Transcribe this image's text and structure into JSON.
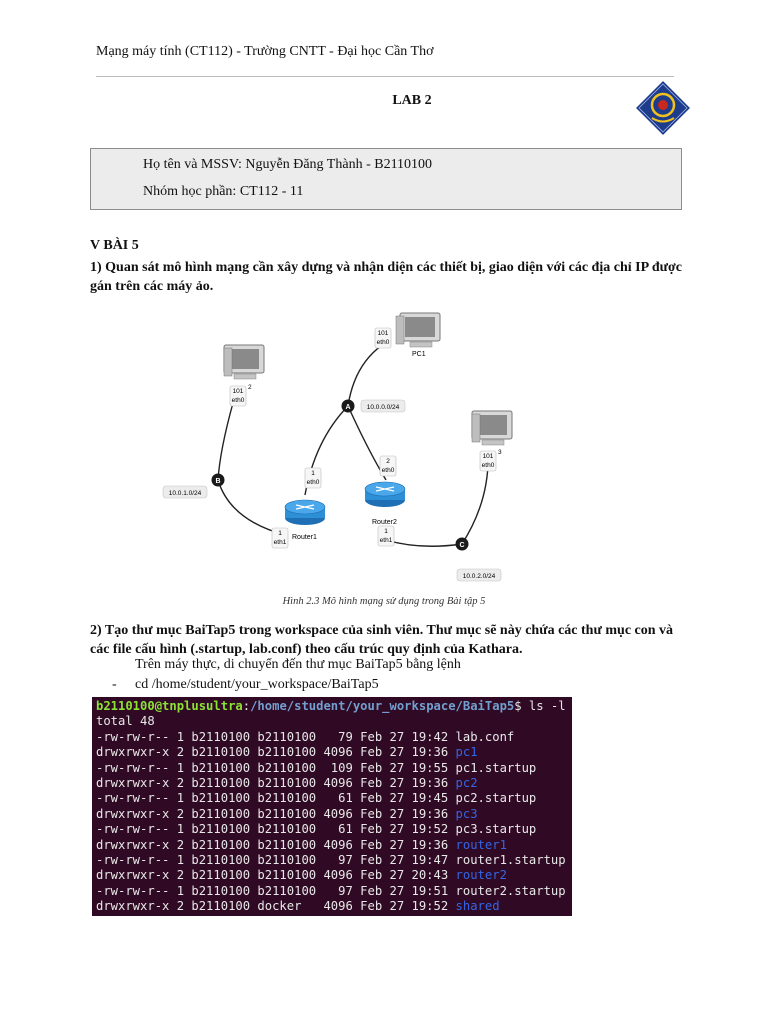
{
  "header": {
    "text": "Mạng máy tính (CT112) - Trường CNTT - Đại học Cần Thơ"
  },
  "lab_title": "LAB 2",
  "logo": {
    "name": "university-logo",
    "colors": [
      "#1e3c8c",
      "#f2c21c",
      "#c8281e"
    ]
  },
  "info": {
    "line1": "Họ tên và MSSV: Nguyễn Đăng Thành - B2110100",
    "line2": "Nhóm học phần: CT112 - 11"
  },
  "section_title": "V BÀI 5",
  "q1": {
    "line1": "1) Quan sát mô hình mạng cần xây dựng và nhận diện các thiết bị, giao diện với các địa chỉ IP được",
    "line2": "gán trên các máy ảo."
  },
  "diagram": {
    "pc1_label": "PC1",
    "pc1_port": "101",
    "pc1_iface": "eth0",
    "pc2_port": "101",
    "pc2_iface": "eth0",
    "pc2_suffix": "2",
    "pc3_port": "101",
    "pc3_iface": "eth0",
    "pc3_suffix": "3",
    "router1_label": "Router1",
    "router1_port1": "1",
    "router1_iface1": "eth0",
    "router1_port2": "1",
    "router1_iface2": "eth1",
    "router2_label": "Router2",
    "router2_port1": "2",
    "router2_iface1": "eth0",
    "router2_port2": "1",
    "router2_iface2": "eth1",
    "net_a": "A",
    "net_b": "B",
    "net_c": "C",
    "net_a_addr": "10.0.0.0/24",
    "net_b_addr": "10.0.1.0/24",
    "net_c_addr": "10.0.2.0/24"
  },
  "caption": "Hình 2.3 Mô hình mạng sử dụng trong Bài tập 5",
  "q2": {
    "line1": "2) Tạo thư mục BaiTap5 trong workspace của sinh viên. Thư mục sẽ này chứa các thư mục con và",
    "line2": "các file cấu hình (.startup, lab.conf) theo cấu trúc quy định của Kathara."
  },
  "instruction": "Trên máy thực, di chuyển đến thư mục BaiTap5 bằng lệnh",
  "bullet": {
    "dash": "-",
    "text": "cd /home/student/your_workspace/BaiTap5"
  },
  "terminal": {
    "prompt_user": "b2110100@tnplusultra",
    "prompt_sep": ":",
    "prompt_path": "/home/student/your_workspace/BaiTap5",
    "prompt_cmd": "$ ls -l",
    "total": "total 48",
    "rows": [
      {
        "meta": "-rw-rw-r-- 1 b2110100 b2110100   79 Feb 27 19:42 ",
        "name": "lab.conf",
        "dir": false
      },
      {
        "meta": "drwxrwxr-x 2 b2110100 b2110100 4096 Feb 27 19:36 ",
        "name": "pc1",
        "dir": true
      },
      {
        "meta": "-rw-rw-r-- 1 b2110100 b2110100  109 Feb 27 19:55 ",
        "name": "pc1.startup",
        "dir": false
      },
      {
        "meta": "drwxrwxr-x 2 b2110100 b2110100 4096 Feb 27 19:36 ",
        "name": "pc2",
        "dir": true
      },
      {
        "meta": "-rw-rw-r-- 1 b2110100 b2110100   61 Feb 27 19:45 ",
        "name": "pc2.startup",
        "dir": false
      },
      {
        "meta": "drwxrwxr-x 2 b2110100 b2110100 4096 Feb 27 19:36 ",
        "name": "pc3",
        "dir": true
      },
      {
        "meta": "-rw-rw-r-- 1 b2110100 b2110100   61 Feb 27 19:52 ",
        "name": "pc3.startup",
        "dir": false
      },
      {
        "meta": "drwxrwxr-x 2 b2110100 b2110100 4096 Feb 27 19:36 ",
        "name": "router1",
        "dir": true
      },
      {
        "meta": "-rw-rw-r-- 1 b2110100 b2110100   97 Feb 27 19:47 ",
        "name": "router1.startup",
        "dir": false
      },
      {
        "meta": "drwxrwxr-x 2 b2110100 b2110100 4096 Feb 27 20:43 ",
        "name": "router2",
        "dir": true
      },
      {
        "meta": "-rw-rw-r-- 1 b2110100 b2110100   97 Feb 27 19:51 ",
        "name": "router2.startup",
        "dir": false
      },
      {
        "meta": "drwxrwxr-x 2 b2110100 docker   4096 Feb 27 19:52 ",
        "name": "shared",
        "dir": true
      }
    ],
    "colors": {
      "background": "#300a24",
      "user": "#8ae234",
      "path": "#729fcf",
      "dir": "#3465e5",
      "text": "#e8e8e8"
    }
  }
}
